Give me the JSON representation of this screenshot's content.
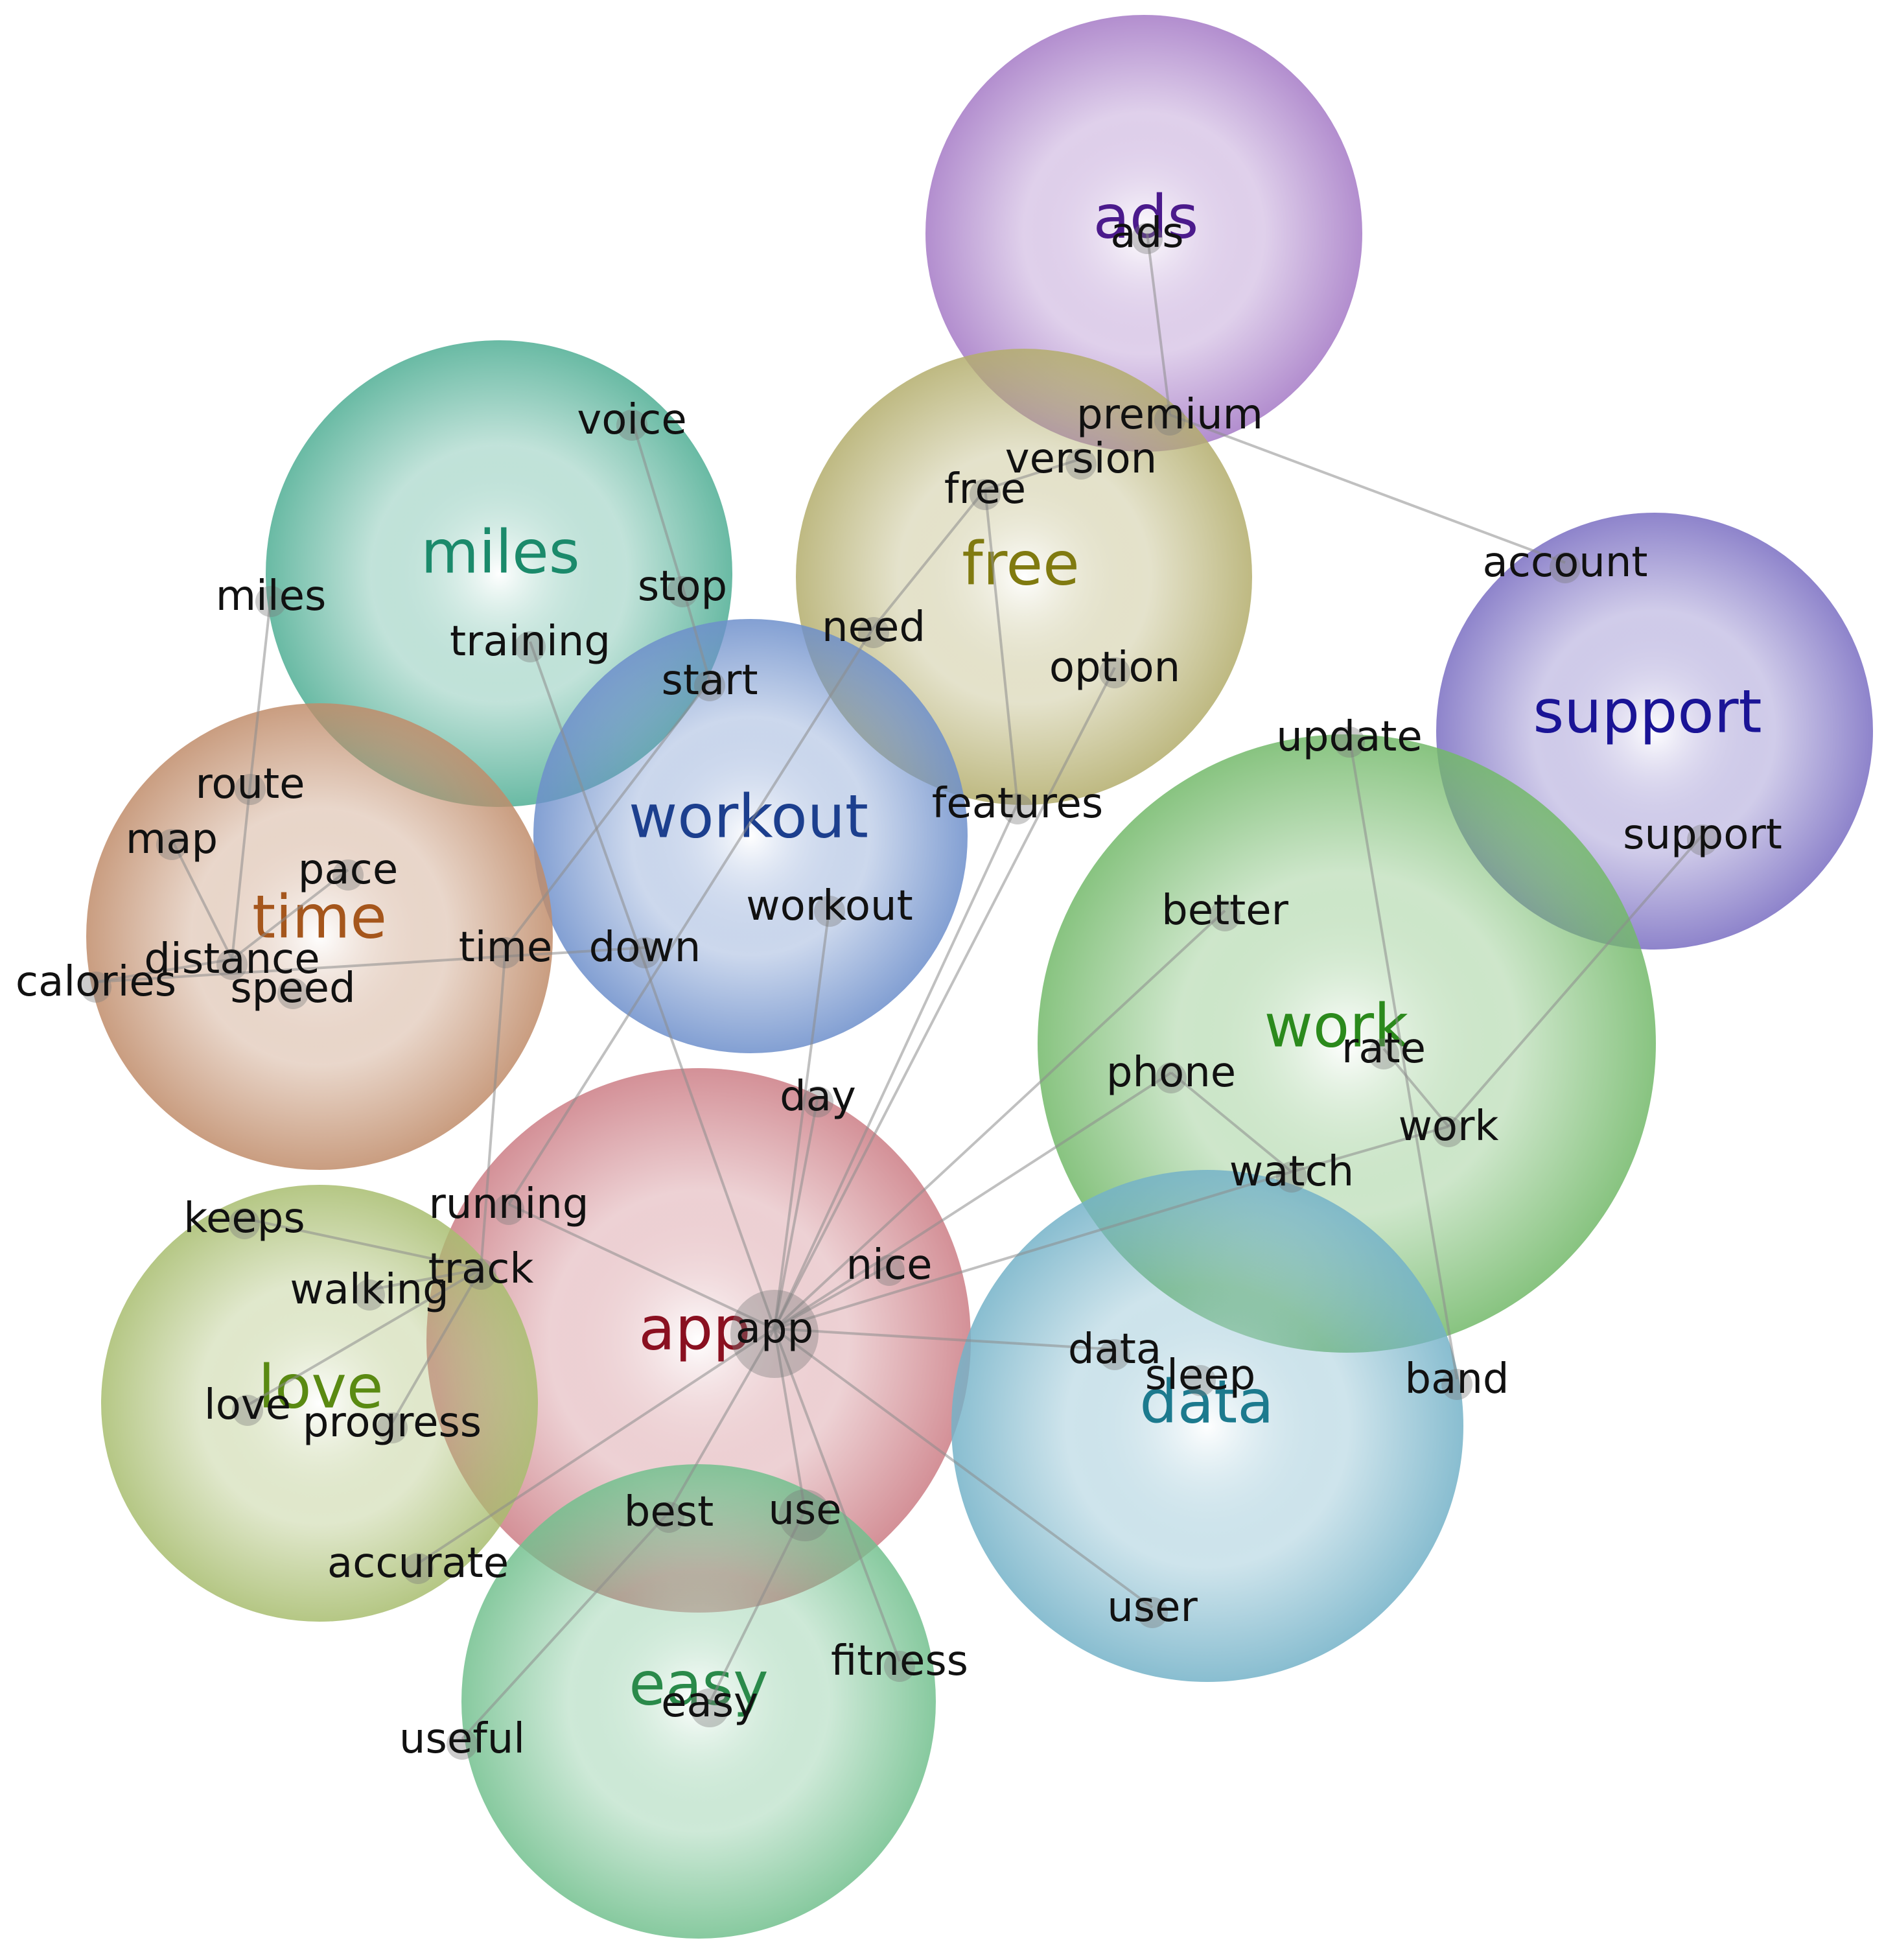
{
  "colors": {
    "miles": "#4fae94",
    "ads": "#a57ac6",
    "free": "#b3ad6c",
    "workout": "#6d8fcb",
    "time": "#c08c6a",
    "support": "#7a6ec2",
    "work": "#73b96a",
    "app": "#cc7d85",
    "love": "#a8bd6f",
    "data": "#74b2c8",
    "easy": "#72c08e"
  },
  "topic_text_colors": {
    "miles": "#1b8a6b",
    "ads": "#4b1a8c",
    "free": "#807a10",
    "workout": "#1c3f8e",
    "time": "#a5561c",
    "support": "#1a1496",
    "work": "#2b8a1c",
    "app": "#8a1020",
    "love": "#5a8a12",
    "data": "#1c7a8e",
    "easy": "#2a8a4a"
  },
  "topics": [
    {
      "id": "miles",
      "label": "miles"
    },
    {
      "id": "ads",
      "label": "ads"
    },
    {
      "id": "free",
      "label": "free"
    },
    {
      "id": "workout",
      "label": "workout"
    },
    {
      "id": "time",
      "label": "time"
    },
    {
      "id": "support",
      "label": "support"
    },
    {
      "id": "work",
      "label": "work"
    },
    {
      "id": "app",
      "label": "app"
    },
    {
      "id": "love",
      "label": "love"
    },
    {
      "id": "data",
      "label": "data"
    },
    {
      "id": "easy",
      "label": "easy"
    }
  ],
  "words": [
    {
      "id": "ads",
      "label": "ads"
    },
    {
      "id": "premium",
      "label": "premium"
    },
    {
      "id": "version",
      "label": "version"
    },
    {
      "id": "free",
      "label": "free"
    },
    {
      "id": "need",
      "label": "need"
    },
    {
      "id": "option",
      "label": "option"
    },
    {
      "id": "features",
      "label": "features"
    },
    {
      "id": "account",
      "label": "account"
    },
    {
      "id": "update",
      "label": "update"
    },
    {
      "id": "support",
      "label": "support"
    },
    {
      "id": "voice",
      "label": "voice"
    },
    {
      "id": "stop",
      "label": "stop"
    },
    {
      "id": "training",
      "label": "training"
    },
    {
      "id": "start",
      "label": "start"
    },
    {
      "id": "miles",
      "label": "miles"
    },
    {
      "id": "route",
      "label": "route"
    },
    {
      "id": "map",
      "label": "map"
    },
    {
      "id": "pace",
      "label": "pace"
    },
    {
      "id": "distance",
      "label": "distance"
    },
    {
      "id": "calories",
      "label": "calories"
    },
    {
      "id": "speed",
      "label": "speed"
    },
    {
      "id": "time",
      "label": "time"
    },
    {
      "id": "down",
      "label": "down"
    },
    {
      "id": "workout",
      "label": "workout"
    },
    {
      "id": "better",
      "label": "better"
    },
    {
      "id": "rate",
      "label": "rate"
    },
    {
      "id": "phone",
      "label": "phone"
    },
    {
      "id": "work",
      "label": "work"
    },
    {
      "id": "watch",
      "label": "watch"
    },
    {
      "id": "day",
      "label": "day"
    },
    {
      "id": "running",
      "label": "running"
    },
    {
      "id": "keeps",
      "label": "keeps"
    },
    {
      "id": "walking",
      "label": "walking"
    },
    {
      "id": "track",
      "label": "track"
    },
    {
      "id": "nice",
      "label": "nice"
    },
    {
      "id": "app",
      "label": "app"
    },
    {
      "id": "data",
      "label": "data"
    },
    {
      "id": "sleep",
      "label": "sleep"
    },
    {
      "id": "band",
      "label": "band"
    },
    {
      "id": "love",
      "label": "love"
    },
    {
      "id": "progress",
      "label": "progress"
    },
    {
      "id": "best",
      "label": "best"
    },
    {
      "id": "use",
      "label": "use"
    },
    {
      "id": "accurate",
      "label": "accurate"
    },
    {
      "id": "user",
      "label": "user"
    },
    {
      "id": "fitness",
      "label": "fitness"
    },
    {
      "id": "easy",
      "label": "easy"
    },
    {
      "id": "useful",
      "label": "useful"
    }
  ],
  "edges": [
    [
      "ads",
      "premium"
    ],
    [
      "premium",
      "account"
    ],
    [
      "version",
      "free"
    ],
    [
      "free",
      "need"
    ],
    [
      "need",
      "running"
    ],
    [
      "free",
      "features"
    ],
    [
      "option",
      "app"
    ],
    [
      "features",
      "app"
    ],
    [
      "voice",
      "stop"
    ],
    [
      "stop",
      "start"
    ],
    [
      "start",
      "time"
    ],
    [
      "training",
      "app"
    ],
    [
      "miles",
      "route"
    ],
    [
      "route",
      "distance"
    ],
    [
      "map",
      "distance"
    ],
    [
      "pace",
      "distance"
    ],
    [
      "distance",
      "calories"
    ],
    [
      "calories",
      "down"
    ],
    [
      "time",
      "track"
    ],
    [
      "workout",
      "app"
    ],
    [
      "update",
      "band"
    ],
    [
      "support",
      "work"
    ],
    [
      "better",
      "app"
    ],
    [
      "phone",
      "app"
    ],
    [
      "phone",
      "watch"
    ],
    [
      "rate",
      "work"
    ],
    [
      "work",
      "watch"
    ],
    [
      "watch",
      "app"
    ],
    [
      "running",
      "app"
    ],
    [
      "keeps",
      "track"
    ],
    [
      "walking",
      "track"
    ],
    [
      "track",
      "love"
    ],
    [
      "track",
      "progress"
    ],
    [
      "app",
      "day"
    ],
    [
      "app",
      "nice"
    ],
    [
      "app",
      "data"
    ],
    [
      "app",
      "user"
    ],
    [
      "app",
      "use"
    ],
    [
      "app",
      "best"
    ],
    [
      "app",
      "accurate"
    ],
    [
      "app",
      "fitness"
    ],
    [
      "best",
      "useful"
    ],
    [
      "use",
      "easy"
    ]
  ]
}
